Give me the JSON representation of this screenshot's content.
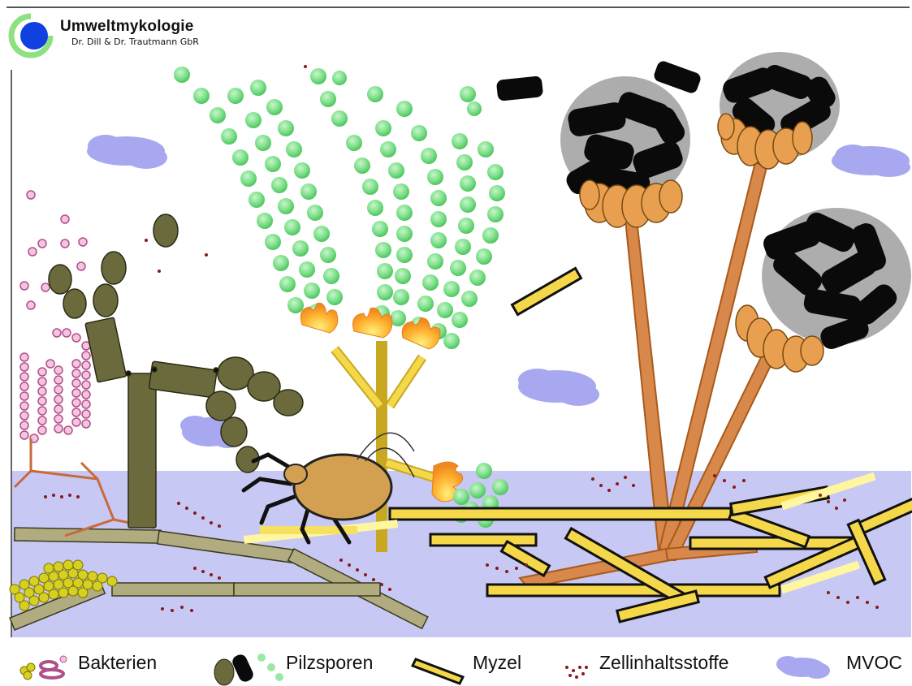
{
  "header": {
    "title": "Umweltmykologie",
    "subtitle": "Dr. Dill & Dr. Trautmann GbR"
  },
  "legend": {
    "items": [
      {
        "label": "Bakterien"
      },
      {
        "label": "Pilzsporen"
      },
      {
        "label": "Myzel"
      },
      {
        "label": "Zellinhaltsstoffe"
      },
      {
        "label": "MVOC"
      }
    ]
  },
  "colors": {
    "substrate": "#c8c8f4",
    "mvoc": "#a8a8f0",
    "green_spore": "#7ee08a",
    "dark_fungus": "#6b6a3c",
    "black_spore": "#0a0a0a",
    "orange": "#e8a050",
    "hypha_yellow": "#f5d84a",
    "bacteria_pink": "#f0b8d8",
    "bacteria_yellow": "#d8d020",
    "cell_content": "#8a1a1a"
  }
}
